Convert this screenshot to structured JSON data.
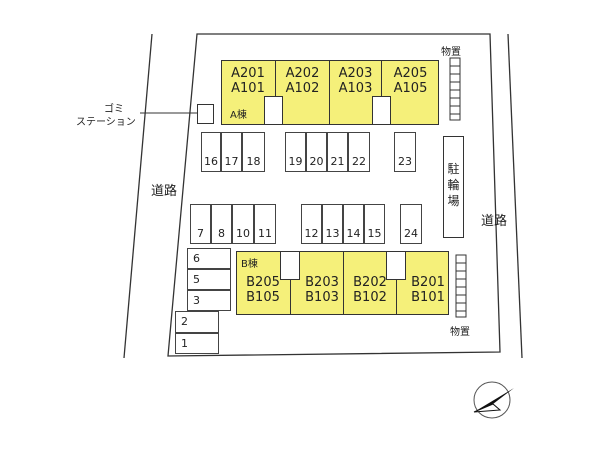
{
  "labels": {
    "road_left": "道路",
    "road_right": "道路",
    "garbage_line1": "ゴミ",
    "garbage_line2": "ステーション",
    "storage_top": "物置",
    "storage_bottom": "物置",
    "bike_parking": "駐\n輪\n場",
    "building_a": "A棟",
    "building_b": "B棟"
  },
  "building_a_units": [
    {
      "upper": "A201",
      "lower": "A101"
    },
    {
      "upper": "A202",
      "lower": "A102"
    },
    {
      "upper": "A203",
      "lower": "A103"
    },
    {
      "upper": "A205",
      "lower": "A105"
    }
  ],
  "building_b_units": [
    {
      "upper": "B205",
      "lower": "B105"
    },
    {
      "upper": "B203",
      "lower": "B103"
    },
    {
      "upper": "B202",
      "lower": "B102"
    },
    {
      "upper": "B201",
      "lower": "B101"
    }
  ],
  "parking": {
    "row_top": [
      "16",
      "17",
      "18",
      "19",
      "20",
      "21",
      "22",
      "23"
    ],
    "row_middle": [
      "7",
      "8",
      "10",
      "11",
      "12",
      "13",
      "14",
      "15",
      "24"
    ],
    "column_left": [
      "6",
      "5",
      "3",
      "2",
      "1"
    ]
  }
}
